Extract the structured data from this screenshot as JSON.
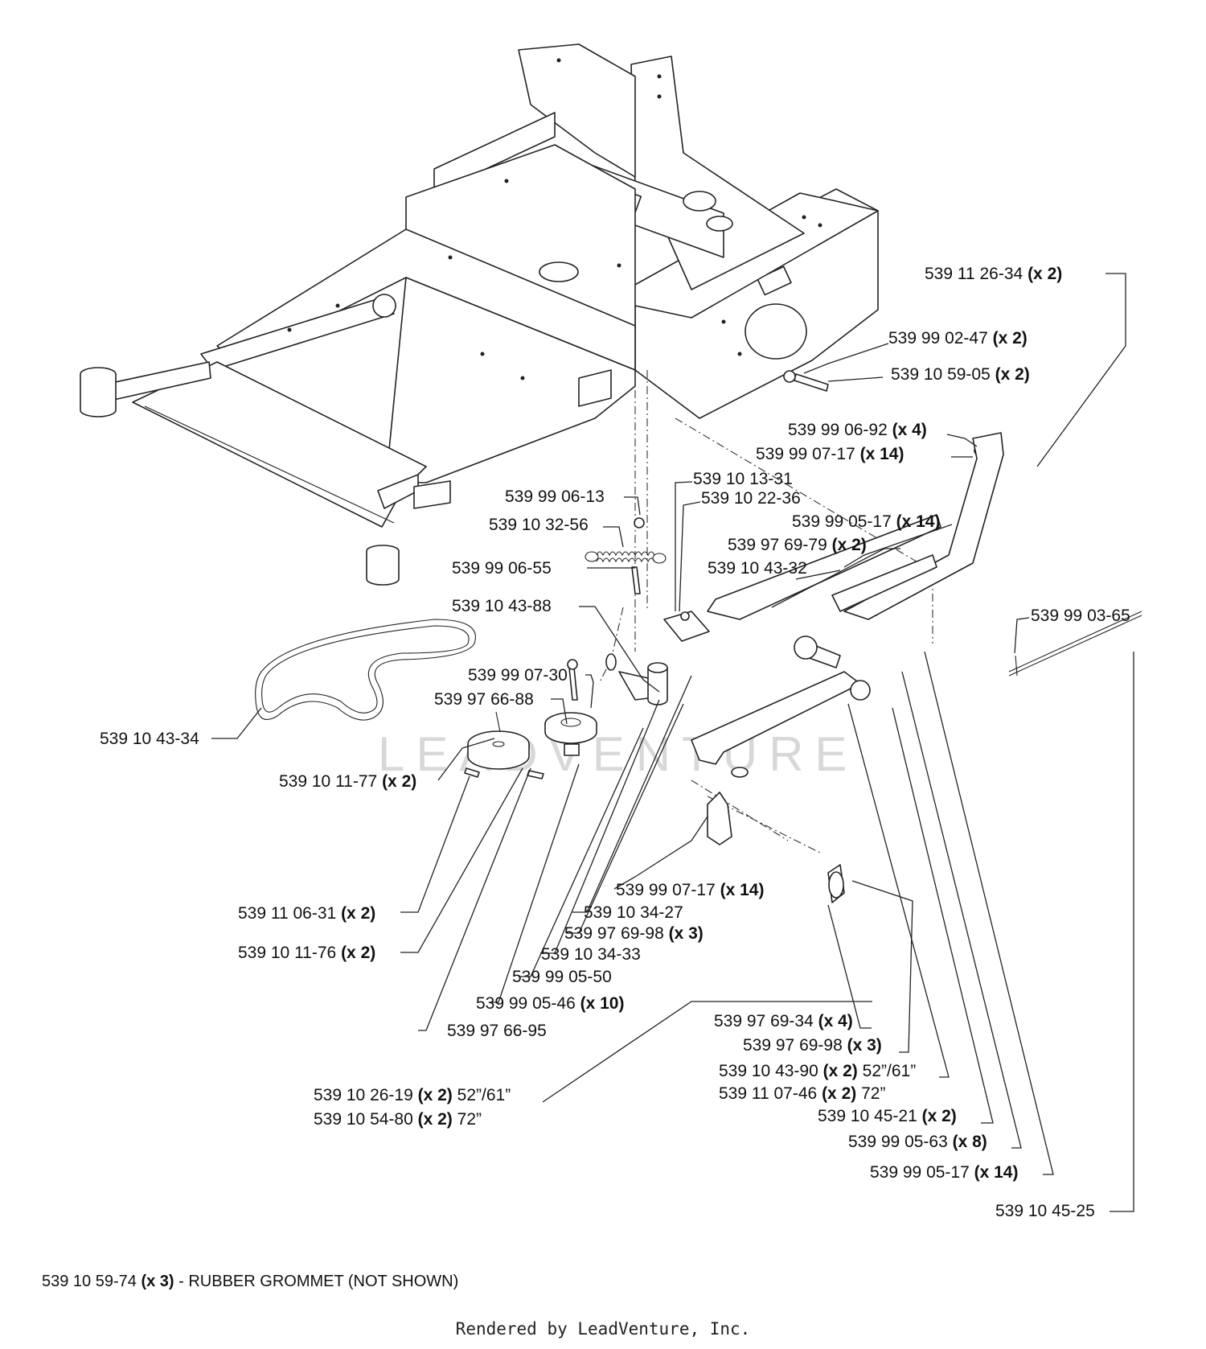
{
  "watermark": "LEADVENTURE",
  "callouts": [
    {
      "part": "539 11 26-34",
      "qty": "(x 2)",
      "note": ""
    },
    {
      "part": "539 99 02-47",
      "qty": "(x 2)",
      "note": ""
    },
    {
      "part": "539 10 59-05",
      "qty": "(x 2)",
      "note": ""
    },
    {
      "part": "539 99 06-92",
      "qty": "(x 4)",
      "note": ""
    },
    {
      "part": "539 99 07-17",
      "qty": "(x 14)",
      "note": ""
    },
    {
      "part": "539 99 06-13",
      "qty": "",
      "note": ""
    },
    {
      "part": "539 10 13-31",
      "qty": "",
      "note": ""
    },
    {
      "part": "539 10 22-36",
      "qty": "",
      "note": ""
    },
    {
      "part": "539 10 32-56",
      "qty": "",
      "note": ""
    },
    {
      "part": "539 99 05-17",
      "qty": "(x 14)",
      "note": ""
    },
    {
      "part": "539 97 69-79",
      "qty": "(x 2)",
      "note": ""
    },
    {
      "part": "539 99 06-55",
      "qty": "",
      "note": ""
    },
    {
      "part": "539 10 43-32",
      "qty": "",
      "note": ""
    },
    {
      "part": "539 10 43-88",
      "qty": "",
      "note": ""
    },
    {
      "part": "539 99 03-65",
      "qty": "",
      "note": ""
    },
    {
      "part": "539 99 07-30",
      "qty": "",
      "note": ""
    },
    {
      "part": "539 97 66-88",
      "qty": "",
      "note": ""
    },
    {
      "part": "539 10 43-34",
      "qty": "",
      "note": ""
    },
    {
      "part": "539 10 11-77",
      "qty": "(x 2)",
      "note": ""
    },
    {
      "part": "539 99 07-17",
      "qty": "(x 14)",
      "note": ""
    },
    {
      "part": "539 11 06-31",
      "qty": "(x 2)",
      "note": ""
    },
    {
      "part": "539 10 34-27",
      "qty": "",
      "note": ""
    },
    {
      "part": "539 97 69-98",
      "qty": "(x 3)",
      "note": ""
    },
    {
      "part": "539 10 11-76",
      "qty": "(x 2)",
      "note": ""
    },
    {
      "part": "539 10 34-33",
      "qty": "",
      "note": ""
    },
    {
      "part": "539 99 05-50",
      "qty": "",
      "note": ""
    },
    {
      "part": "539 99 05-46",
      "qty": "(x 10)",
      "note": ""
    },
    {
      "part": "539 97 66-95",
      "qty": "",
      "note": ""
    },
    {
      "part": "539 97 69-34",
      "qty": "(x 4)",
      "note": ""
    },
    {
      "part": "539 97 69-98",
      "qty": "(x 3)",
      "note": ""
    },
    {
      "part": "539 10 43-90",
      "qty": "(x 2)",
      "note": "52”/61”"
    },
    {
      "part": "539 11 07-46",
      "qty": "(x 2)",
      "note": "72”"
    },
    {
      "part": "539 10 26-19",
      "qty": "(x 2)",
      "note": "52”/61”"
    },
    {
      "part": "539 10 54-80",
      "qty": "(x 2)",
      "note": "72”"
    },
    {
      "part": "539 10 45-21",
      "qty": "(x 2)",
      "note": ""
    },
    {
      "part": "539 99 05-63",
      "qty": "(x 8)",
      "note": ""
    },
    {
      "part": "539 99 05-17",
      "qty": "(x 14)",
      "note": ""
    },
    {
      "part": "539 10 45-25",
      "qty": "",
      "note": ""
    }
  ],
  "footnote": {
    "part": "539 10 59-74",
    "qty": "(x 3)",
    "text": "- RUBBER GROMMET (NOT SHOWN)"
  },
  "credit": "Rendered by LeadVenture, Inc."
}
